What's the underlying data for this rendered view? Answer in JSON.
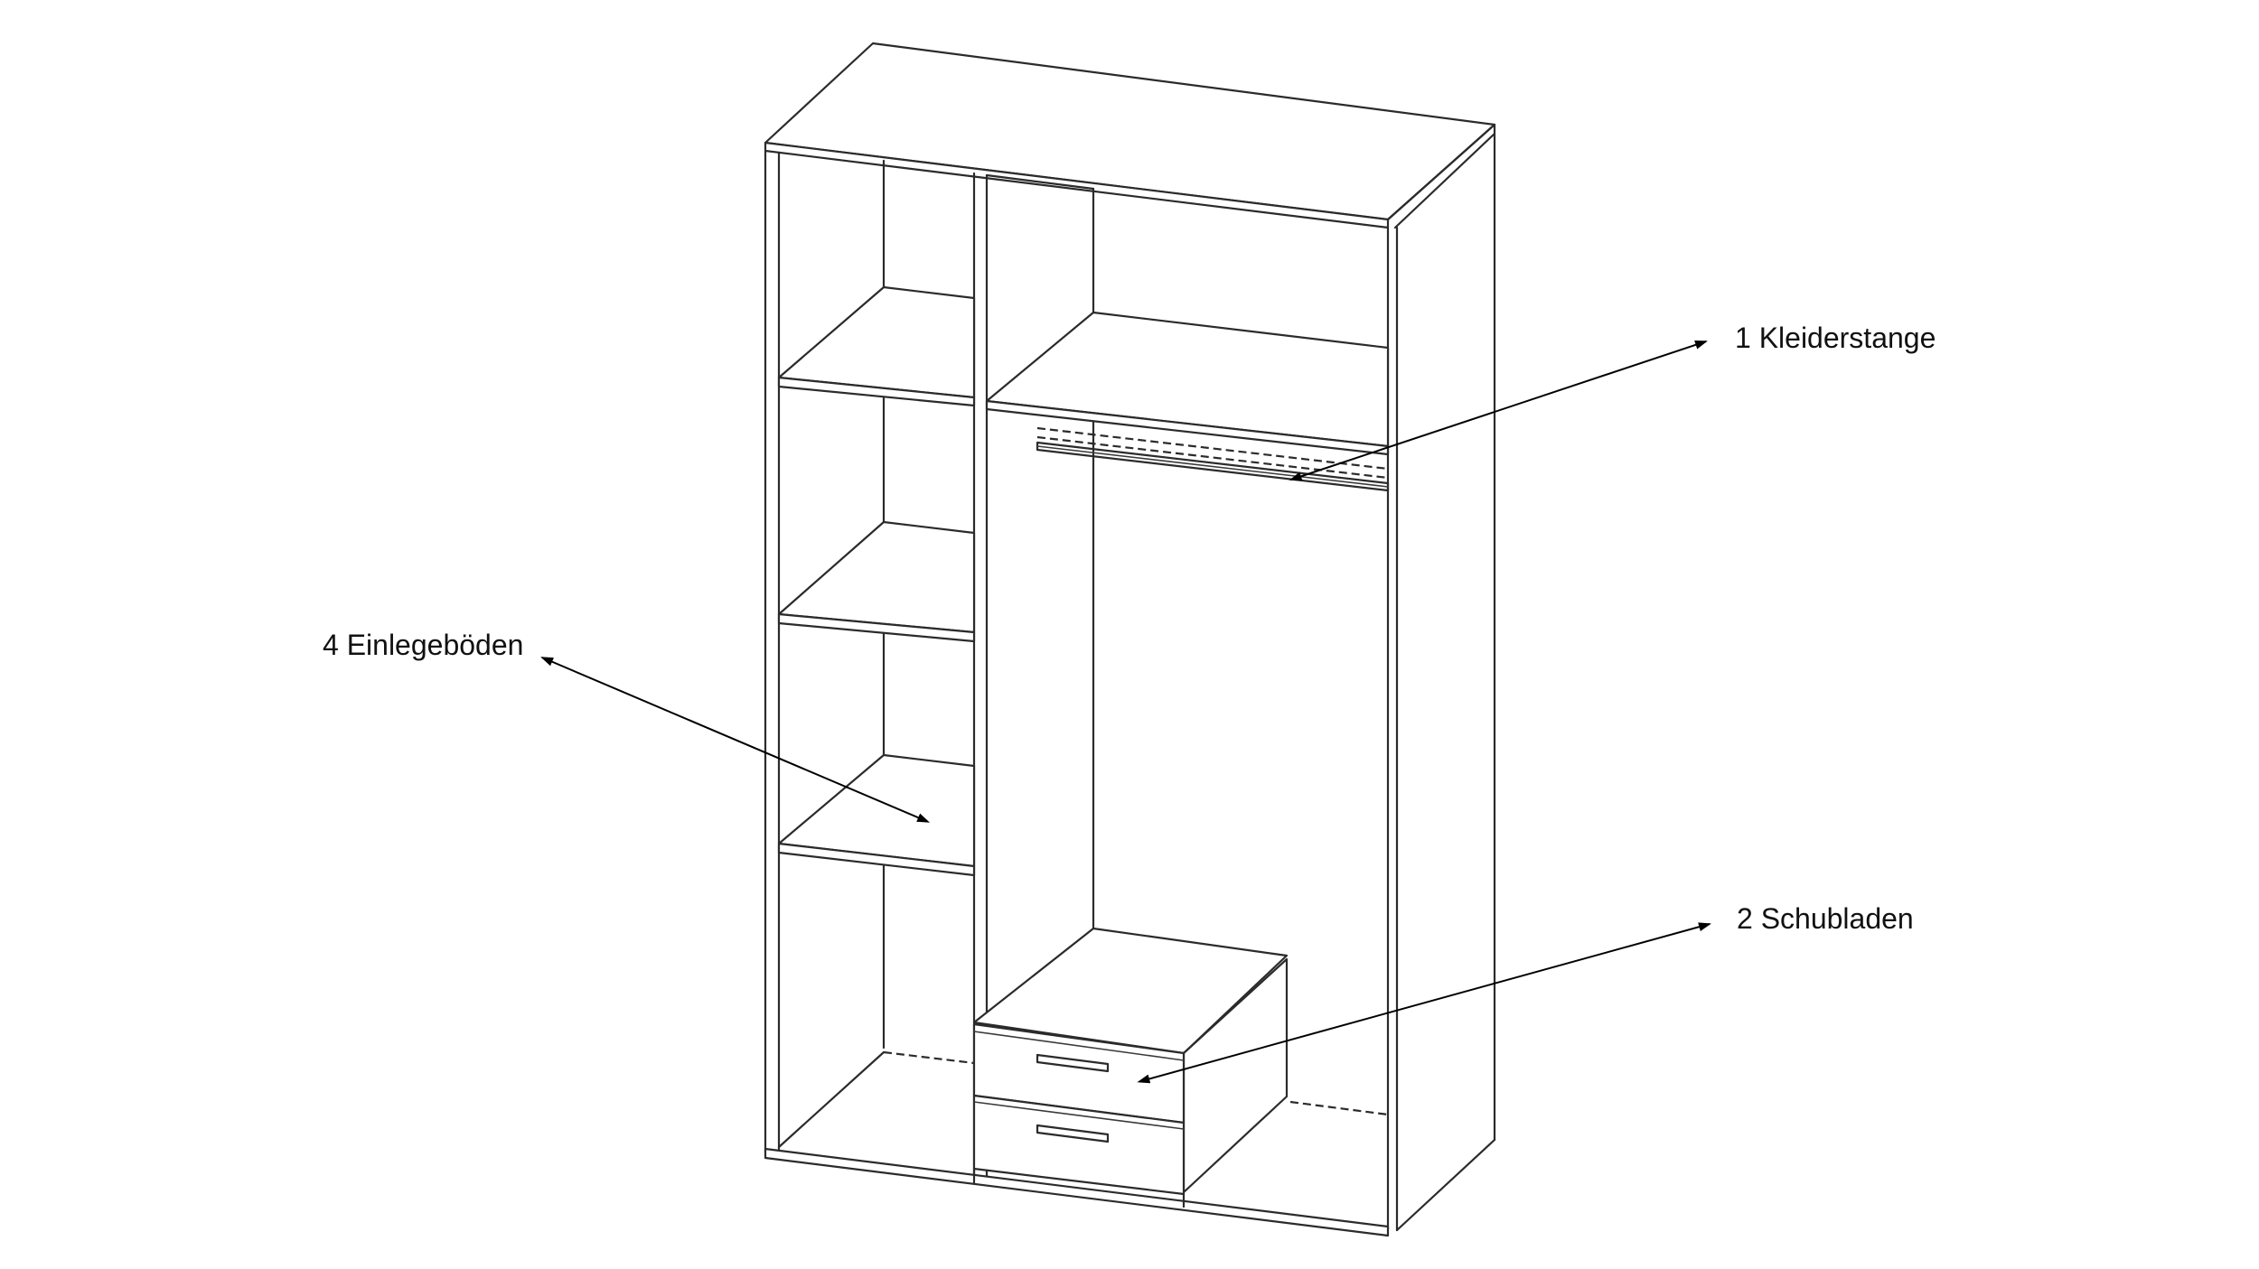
{
  "callouts": {
    "rod": "1 Kleiderstange",
    "shelves": "4 Einlegeböden",
    "drawers": "2 Schubladen"
  },
  "colors": {
    "line": "#2b2b2b",
    "background": "#ffffff"
  }
}
